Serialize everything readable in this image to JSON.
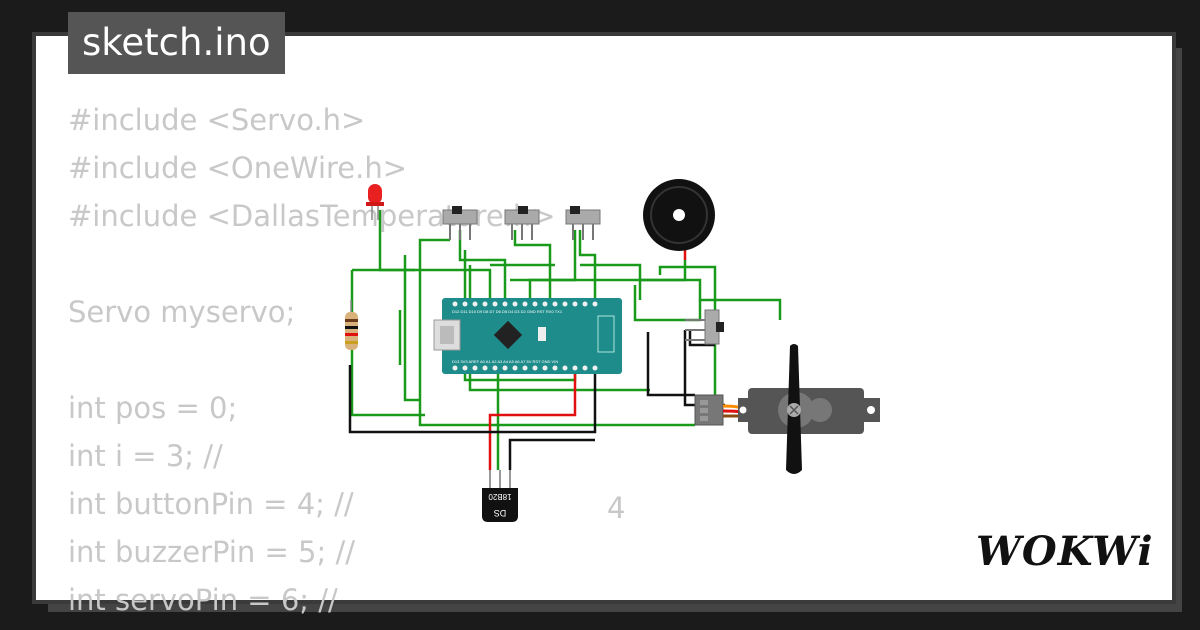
{
  "title_tab": "sketch.ino",
  "code_lines": [
    "#include <Servo.h>",
    "#include <OneWire.h>",
    "#include <DallasTemperature.h>",
    "",
    "Servo myservo;",
    "",
    "int pos = 0;",
    "int i = 3; //",
    "int buttonPin = 4; //",
    "int buzzerPin = 5; //",
    "int servoPin = 6; //"
  ],
  "stray_digit": "4",
  "logo": "WOKWi",
  "sensor_label_1": "DS",
  "sensor_label_2": "18B20",
  "board_labels": {
    "top": "D12 D11 D10 D9 D8 D7 D6 D5 D4 D3 D2 GND RST RX0 TX1",
    "bottom": "D13 3V3 AREF A0 A1 A2 A3 A4 A5 A6 A7 5V RST GND VIN"
  },
  "colors": {
    "wire_green": "#1a9a1a",
    "wire_red": "#e01010",
    "wire_black": "#111111",
    "board": "#1f8c8c",
    "servo_body": "#555555"
  }
}
